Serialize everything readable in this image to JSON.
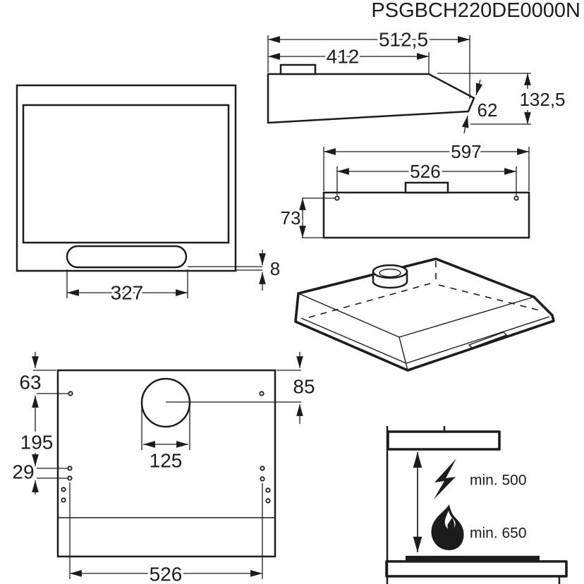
{
  "product_code": "PSGBCH220DE0000N",
  "views": {
    "side": {
      "depth_total": "512,5",
      "depth_top": "412",
      "height_rear": "132,5",
      "front_edge_height": "62"
    },
    "front": {
      "handle_width": "327",
      "handle_gap": "8"
    },
    "rear": {
      "width_total": "597",
      "mounting_width": "526",
      "body_height": "73"
    },
    "template": {
      "edge_to_top_holes": "63",
      "top_to_mid_holes": "195",
      "mid_holes_gap": "29",
      "edge_to_duct_center": "85",
      "duct_diameter": "125",
      "holes_width": "526"
    },
    "clearance": {
      "electric": "min. 500",
      "gas": "min. 650",
      "electric_icon": "lightning-icon",
      "gas_icon": "flame-icon"
    }
  },
  "colors": {
    "line": "#1c1c1c",
    "background": "#ffffff"
  }
}
